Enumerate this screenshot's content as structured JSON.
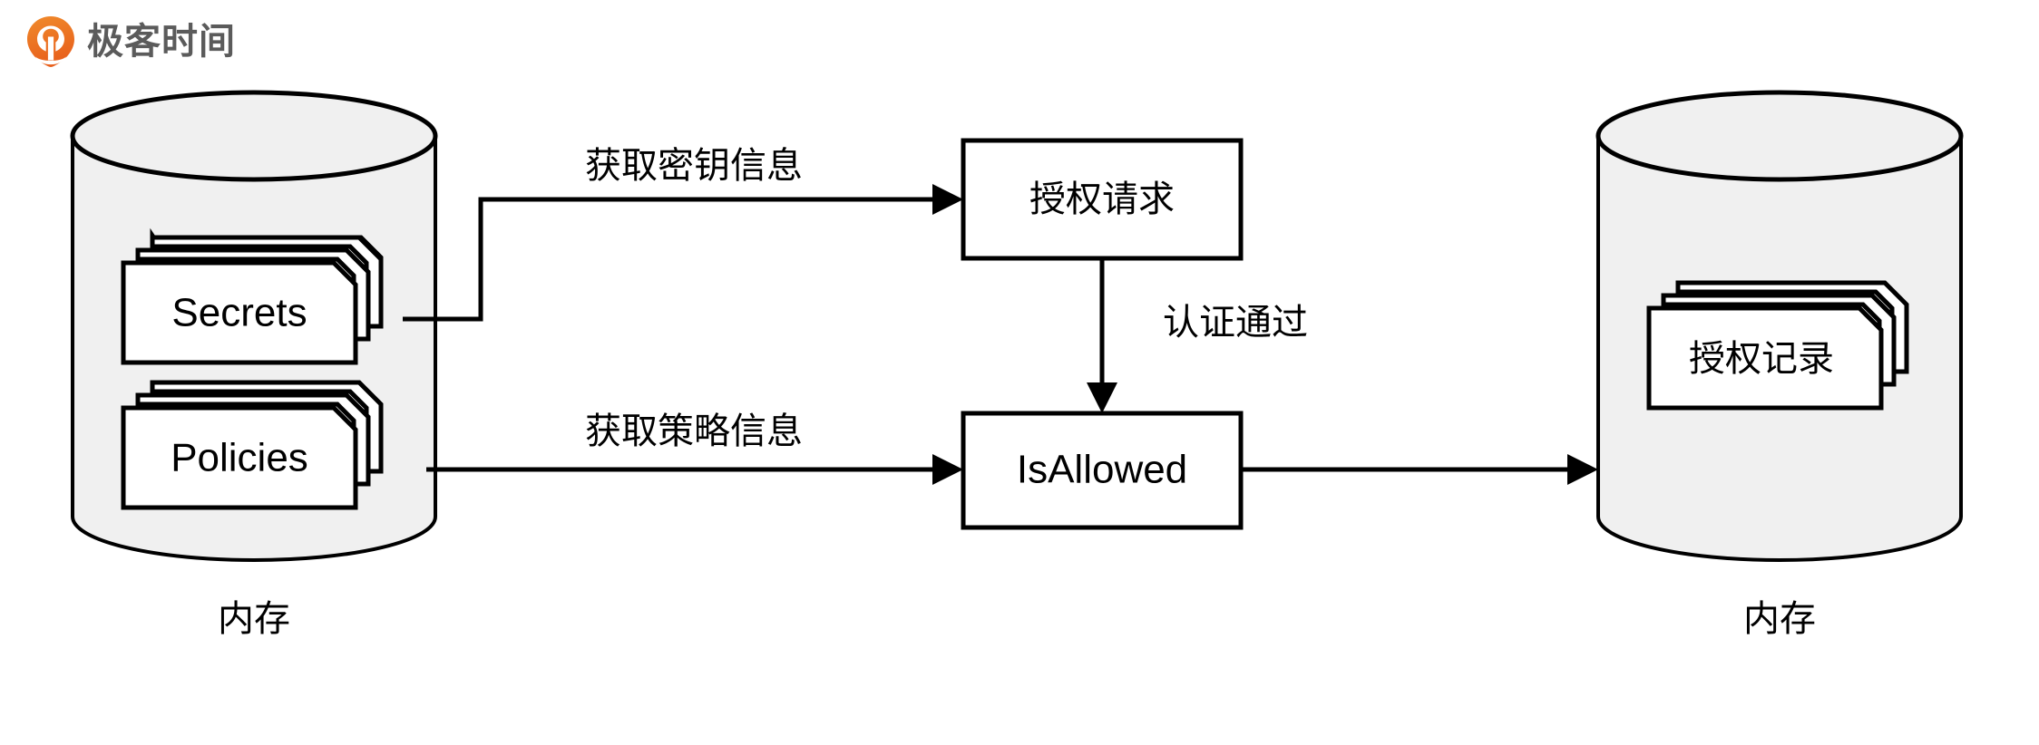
{
  "brand": {
    "name": "极客时间",
    "logo_icon": "geektime-pin-logo-icon",
    "logo_color": "#ED6B21",
    "text_color": "#5b5b5b"
  },
  "diagram": {
    "type": "flow-diagram",
    "background": "#ffffff",
    "stroke_color": "#000000",
    "cylinder_fill": "#f0f0f0",
    "card_fill": "#ffffff",
    "nodes": [
      {
        "id": "left-memory-cylinder",
        "kind": "cylinder",
        "caption": "内存",
        "cards": [
          {
            "id": "secrets-card",
            "label": "Secrets",
            "stack": 3
          },
          {
            "id": "policies-card",
            "label": "Policies",
            "stack": 3
          }
        ]
      },
      {
        "id": "auth-request-box",
        "kind": "rect",
        "label": "授权请求"
      },
      {
        "id": "isallowed-box",
        "kind": "rect",
        "label": "IsAllowed"
      },
      {
        "id": "right-memory-cylinder",
        "kind": "cylinder",
        "caption": "内存",
        "cards": [
          {
            "id": "auth-record-card",
            "label": "授权记录",
            "stack": 3
          }
        ]
      }
    ],
    "edges": [
      {
        "id": "edge-secrets-to-auth-request",
        "from": "secrets-card",
        "to": "auth-request-box",
        "label": "获取密钥信息"
      },
      {
        "id": "edge-auth-request-to-isallowed",
        "from": "auth-request-box",
        "to": "isallowed-box",
        "label": "认证通过"
      },
      {
        "id": "edge-policies-to-isallowed",
        "from": "policies-card",
        "to": "isallowed-box",
        "label": "获取策略信息"
      },
      {
        "id": "edge-isallowed-to-right-memory",
        "from": "isallowed-box",
        "to": "right-memory-cylinder",
        "label": ""
      }
    ]
  }
}
